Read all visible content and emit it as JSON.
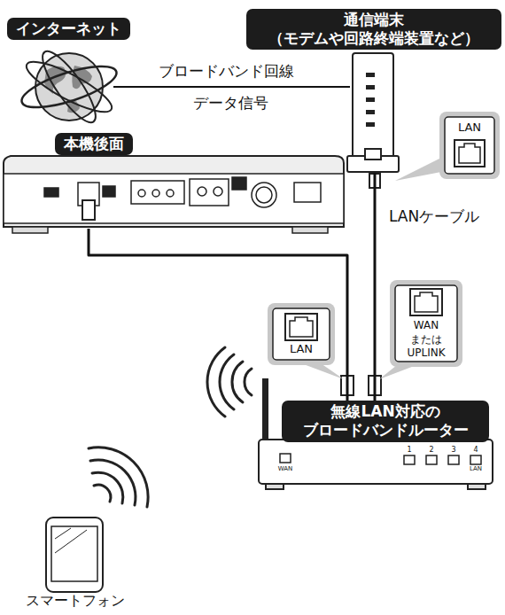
{
  "diagram": {
    "nodes": [
      {
        "text": [
          "インターネット"
        ]
      },
      {
        "text": [
          "通信端末 （モデムや回路終端装置など）"
        ]
      },
      {
        "text": [
          "本機後面"
        ]
      },
      {
        "text": [
          "無線LAN対応の ブロードバンドルーター"
        ]
      },
      {
        "text": [
          "スマートフォン"
        ]
      }
    ],
    "edges": [
      {
        "from": 0,
        "to": 1,
        "arrow": "none",
        "label": "ブロードバンド回線"
      },
      {
        "from": 1,
        "to": 3,
        "arrow": "none",
        "label": "LANケーブル"
      },
      {
        "from": 2,
        "to": 3,
        "arrow": "none"
      }
    ],
    "labels": [
      "データ信号",
      "LAN",
      "LAN",
      "WAN または UPLINK",
      "WAN",
      "1",
      "2",
      "3",
      "4",
      "LAN"
    ]
  }
}
